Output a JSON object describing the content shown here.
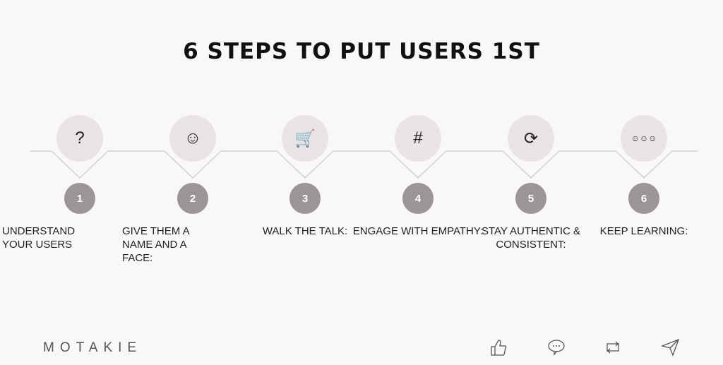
{
  "title": "6 STEPS TO PUT USERS 1ST",
  "steps": [
    {
      "number": "1",
      "label": "UNDERSTAND YOUR USERS",
      "icon": "question-person-icon"
    },
    {
      "number": "2",
      "label": "GIVE THEM A NAME AND A FACE:",
      "icon": "persona-face-icon"
    },
    {
      "number": "3",
      "label": "WALK THE TALK:",
      "icon": "journey-cart-icon"
    },
    {
      "number": "4",
      "label": "ENGAGE WITH EMPATHY:",
      "icon": "social-engagement-icon"
    },
    {
      "number": "5",
      "label": "STAY AUTHENTIC & CONSISTENT:",
      "icon": "cycle-check-icon"
    },
    {
      "number": "6",
      "label": "KEEP LEARNING:",
      "icon": "feedback-rating-icon"
    }
  ],
  "brand": "MOTAKIE",
  "actions": [
    "like",
    "comment",
    "repost",
    "send"
  ],
  "colors": {
    "circle": "#e7e4e3",
    "number": "#9b9596",
    "line": "#d0cdcd"
  }
}
